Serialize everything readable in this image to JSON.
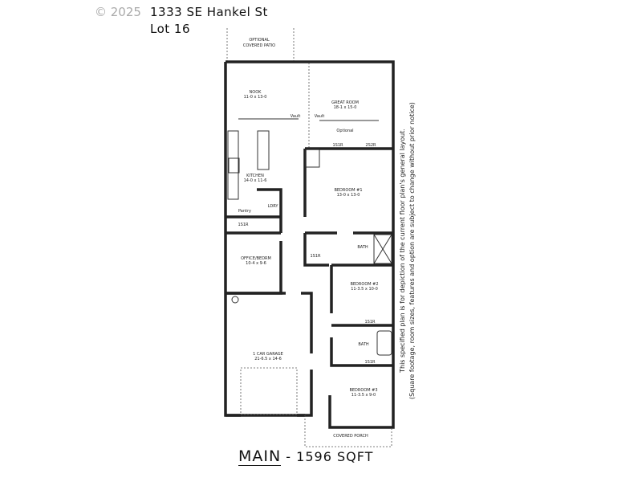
{
  "header": {
    "copyright": "© 2025",
    "address": "1333 SE Hankel St",
    "lot": "Lot 16"
  },
  "rooms": {
    "patio": [
      "OPTIONAL",
      "COVERED PATIO"
    ],
    "nook": {
      "name": "NOOK",
      "size": "11-0 x 13-0"
    },
    "great_room": {
      "name": "GREAT ROOM",
      "size": "18-1 x 15-0"
    },
    "vault_left": "Vault",
    "vault_right": "Vault",
    "optional": "Optional",
    "kitchen": {
      "name": "KITCHEN",
      "size": "14-0 x 11-6"
    },
    "pantry": "Pantry",
    "laundry": "LDRY",
    "bedroom1": {
      "name": "BEDROOM #1",
      "size": "13-0 x 13-0"
    },
    "bath1": "BATH",
    "office": {
      "name": "OFFICE/BEDRM",
      "size": "10-4 x 9-6"
    },
    "bedroom2": {
      "name": "BEDROOM #2",
      "size": "11-3.5 x 10-0"
    },
    "bath2": "BATH",
    "garage": {
      "name": "1 CAR GARAGE",
      "size": "21-6.5 x 14-6"
    },
    "bedroom3": {
      "name": "BEDROOM #3",
      "size": "11-3.5 x 9-0"
    },
    "porch": "COVERED PORCH",
    "shelf": "1S1R",
    "shelf2": "2S2R"
  },
  "disclaimer": [
    "This specified plan is for depiction of the current floor plan's general layout.",
    "(Square footage, room sizes, features and option are subject to change without prior notice)"
  ],
  "footer": {
    "level": "MAIN",
    "area": " - 1596 SQFT"
  }
}
